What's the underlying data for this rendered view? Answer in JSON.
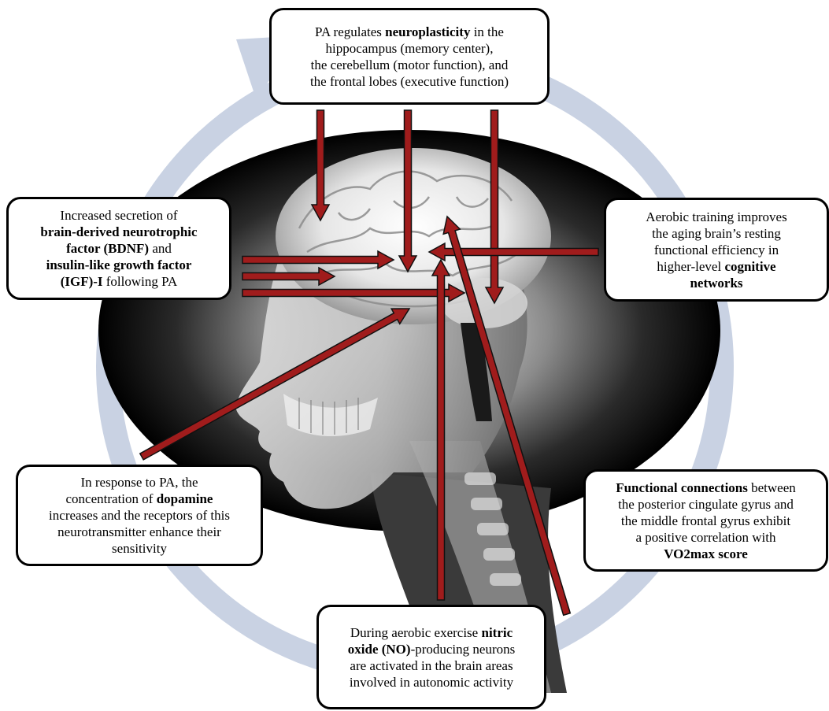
{
  "colors": {
    "arrow_fill": "#a01c1c",
    "arrow_outline": "#111111",
    "cycle_arrow": "#c9d2e3",
    "box_border": "#000000",
    "box_fill": "#ffffff"
  },
  "background_image": {
    "icon": "xray-head-brain-icon"
  },
  "cycle": {
    "icon": "circular-arrow-icon"
  },
  "boxes": {
    "neuroplasticity": {
      "lines": [
        [
          {
            "t": "PA regulates "
          },
          {
            "t": "neuroplasticity",
            "b": true
          },
          {
            "t": " in the"
          }
        ],
        [
          {
            "t": "hippocampus (memory  center),"
          }
        ],
        [
          {
            "t": "the cerebellum (motor function), and"
          }
        ],
        [
          {
            "t": "the frontal lobes (executive function)"
          }
        ]
      ]
    },
    "bdnf": {
      "lines": [
        [
          {
            "t": "Increased secretion of"
          }
        ],
        [
          {
            "t": "brain-derived neurotrophic",
            "b": true
          }
        ],
        [
          {
            "t": "factor (BDNF)",
            "b": true
          },
          {
            "t": " and"
          }
        ],
        [
          {
            "t": "insulin-like growth factor",
            "b": true
          }
        ],
        [
          {
            "t": "(IGF)-I",
            "b": true
          },
          {
            "t": " following PA"
          }
        ]
      ]
    },
    "aerobic": {
      "lines": [
        [
          {
            "t": "Aerobic training improves"
          }
        ],
        [
          {
            "t": "the aging brain’s resting"
          }
        ],
        [
          {
            "t": "functional efficiency in"
          }
        ],
        [
          {
            "t": "higher-level "
          },
          {
            "t": "cognitive",
            "b": true
          }
        ],
        [
          {
            "t": "networks",
            "b": true
          }
        ]
      ]
    },
    "dopamine": {
      "lines": [
        [
          {
            "t": "In response to PA, the"
          }
        ],
        [
          {
            "t": "concentration of "
          },
          {
            "t": "dopamine",
            "b": true
          }
        ],
        [
          {
            "t": "increases and the receptors of this"
          }
        ],
        [
          {
            "t": "neurotransmitter enhance their"
          }
        ],
        [
          {
            "t": "sensitivity"
          }
        ]
      ]
    },
    "functional": {
      "lines": [
        [
          {
            "t": "Functional connections",
            "b": true
          },
          {
            "t": " between"
          }
        ],
        [
          {
            "t": "the posterior cingulate gyrus and"
          }
        ],
        [
          {
            "t": "the middle frontal gyrus exhibit"
          }
        ],
        [
          {
            "t": "a positive correlation with"
          }
        ],
        [
          {
            "t": "VO2max score",
            "b": true
          }
        ]
      ]
    },
    "nitric": {
      "lines": [
        [
          {
            "t": "During aerobic exercise "
          },
          {
            "t": "nitric",
            "b": true
          }
        ],
        [
          {
            "t": "oxide (NO)",
            "b": true
          },
          {
            "t": "-producing neurons"
          }
        ],
        [
          {
            "t": "are activated in the brain areas"
          }
        ],
        [
          {
            "t": "involved in autonomic activity"
          }
        ]
      ]
    }
  }
}
